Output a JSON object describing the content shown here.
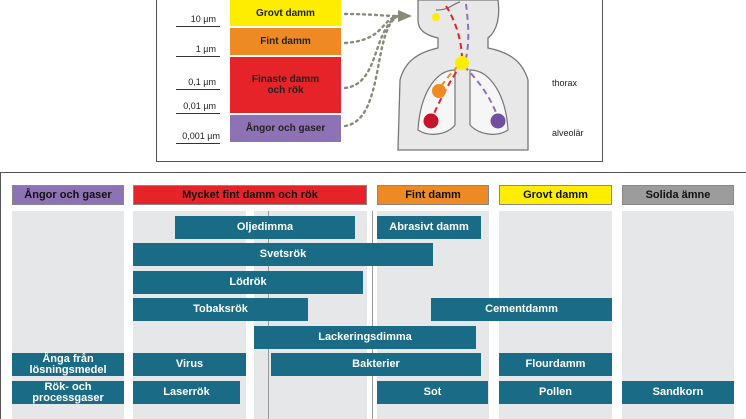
{
  "top": {
    "ticks": [
      "10 µm",
      "1 µm",
      "0,1 µm",
      "0,01 µm",
      "0,001 µm"
    ],
    "bands": {
      "grovt": "Grovt damm",
      "fint": "Fint damm",
      "finaste": "Finaste damm och rök",
      "angor": "Ångor och gaser"
    },
    "body_labels": {
      "thorax": "thorax",
      "alveolar": "alveolär"
    },
    "colors": {
      "yellow": "#ffed00",
      "orange": "#ee8a23",
      "red": "#e52329",
      "purple": "#8d73b5",
      "teal": "#1a6b85",
      "gray": "#9c9c9c"
    }
  },
  "bottom": {
    "headers": {
      "angor": "Ångor och gaser",
      "mycket_fint": "Mycket fint damm och rök",
      "fint": "Fint damm",
      "grovt": "Grovt damm",
      "solida": "Solida ämne"
    },
    "bars": {
      "oljedimma": "Oljedimma",
      "abrasivt": "Abrasivt damm",
      "svetsrok": "Svetsrök",
      "lodrok": "Lödrök",
      "tobaksrok": "Tobaksrök",
      "cementdamm": "Cementdamm",
      "lackeringsdimma": "Lackeringsdimma",
      "anga": "Ånga från lösningsmedel",
      "virus": "Virus",
      "bakterier": "Bakterier",
      "flourdamm": "Flourdamm",
      "rok_process": "Rök- och processgaser",
      "laserrok": "Laserrök",
      "sot": "Sot",
      "pollen": "Pollen",
      "sandkorn": "Sandkorn"
    }
  }
}
